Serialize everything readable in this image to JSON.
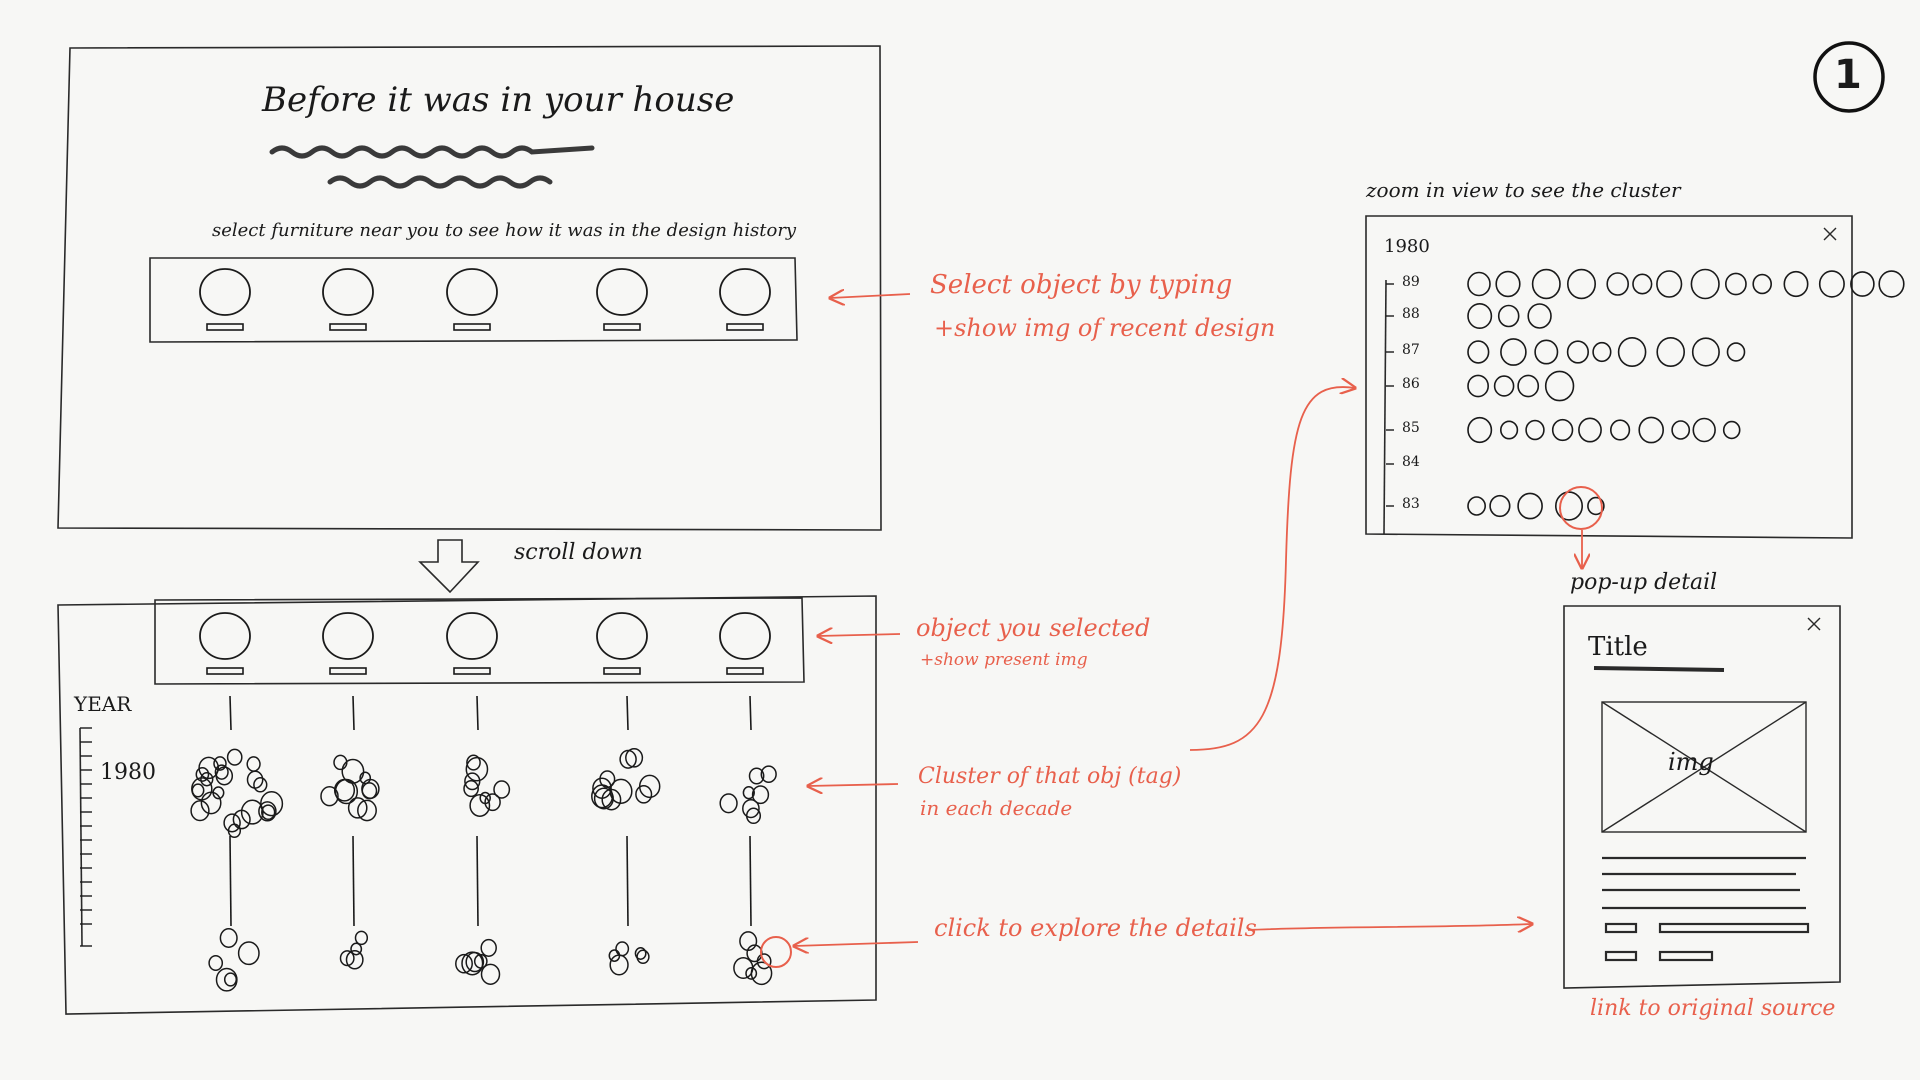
{
  "page_number": "1",
  "landing": {
    "title": "Before it was in your house",
    "subtitle": "select furniture near you to see how it was in the design history"
  },
  "scroll_label": "scroll down",
  "year_axis": {
    "label": "YEAR",
    "marker": "1980"
  },
  "zoom": {
    "heading": "zoom in view to see the cluster",
    "decade": "1980",
    "years": [
      "89",
      "88",
      "87",
      "86",
      "85",
      "84",
      "83"
    ]
  },
  "popup": {
    "heading": "pop-up detail",
    "title": "Title",
    "image_label": "img",
    "link_note": "link to original source"
  },
  "notes": {
    "select_line1": "Select object by typing",
    "select_line2": "+show img of recent design",
    "selected_line1": "object you selected",
    "selected_line2": "+show present img",
    "cluster_line1": "Cluster of that obj (tag)",
    "cluster_line2": "in each decade",
    "click": "click to explore the details"
  },
  "colors": {
    "ink": "#1a1a1a",
    "accent": "#e8604c",
    "paper": "#f7f7f5"
  }
}
